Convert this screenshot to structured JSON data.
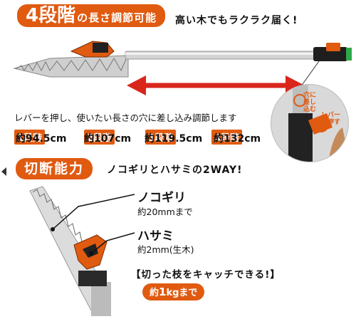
{
  "header": {
    "stage_count": "4段階",
    "stage_suffix": "の長さ調節可能",
    "tagline": "高い木でもラクラク届く!"
  },
  "instruction": "レバーを押し、使いたい長さの穴に差し込み調節します",
  "stages": [
    {
      "label": "1段階",
      "value": "約94.5cm"
    },
    {
      "label": "2段階",
      "value": "約107cm"
    },
    {
      "label": "3段階",
      "value": "約119.5cm"
    },
    {
      "label": "4段階",
      "value": "約132cm"
    }
  ],
  "inset": {
    "note1": "穴に差し込む",
    "note2": "レバーを押す"
  },
  "cutting": {
    "title": "切断能力",
    "tagline": "ノコギリとハサミの2WAY!",
    "saw_title": "ノコギリ",
    "saw_capacity": "約20mmまで",
    "shears_title": "ハサミ",
    "shears_capacity": "約2mm(生木)",
    "catch_text": "【切った枝をキャッチできる!】",
    "weight_prefix": "約",
    "weight_num": "1",
    "weight_suffix": "kgまで"
  },
  "colors": {
    "accent": "#e05a10",
    "arrow": "#d8261c",
    "handle_green": "#2ea84a"
  }
}
